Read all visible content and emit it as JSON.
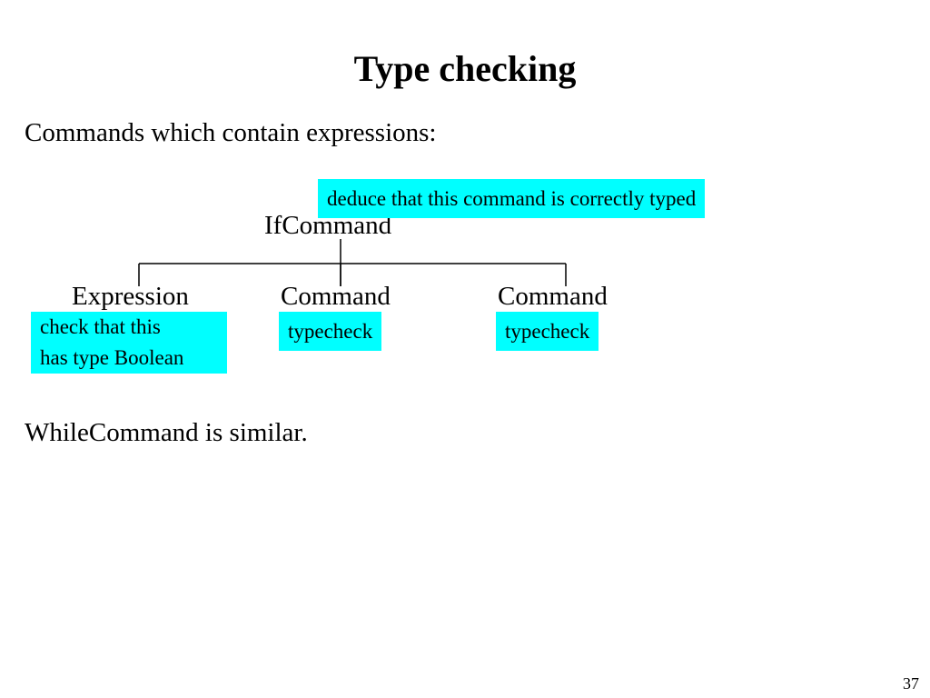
{
  "slide": {
    "title": "Type checking",
    "intro": "Commands which contain expressions:",
    "footer": "WhileCommand  is similar.",
    "page_number": "37"
  },
  "tree": {
    "root": {
      "label": "IfCommand",
      "note": "deduce that this command is correctly typed"
    },
    "children": [
      {
        "label": "Expression",
        "note": [
          "check that this",
          "has type Boolean"
        ]
      },
      {
        "label": "Command",
        "note": "typecheck"
      },
      {
        "label": "Command",
        "note": "typecheck"
      }
    ]
  },
  "colors": {
    "note_background": "#00ffff",
    "text": "#000000",
    "lines": "#000000"
  }
}
